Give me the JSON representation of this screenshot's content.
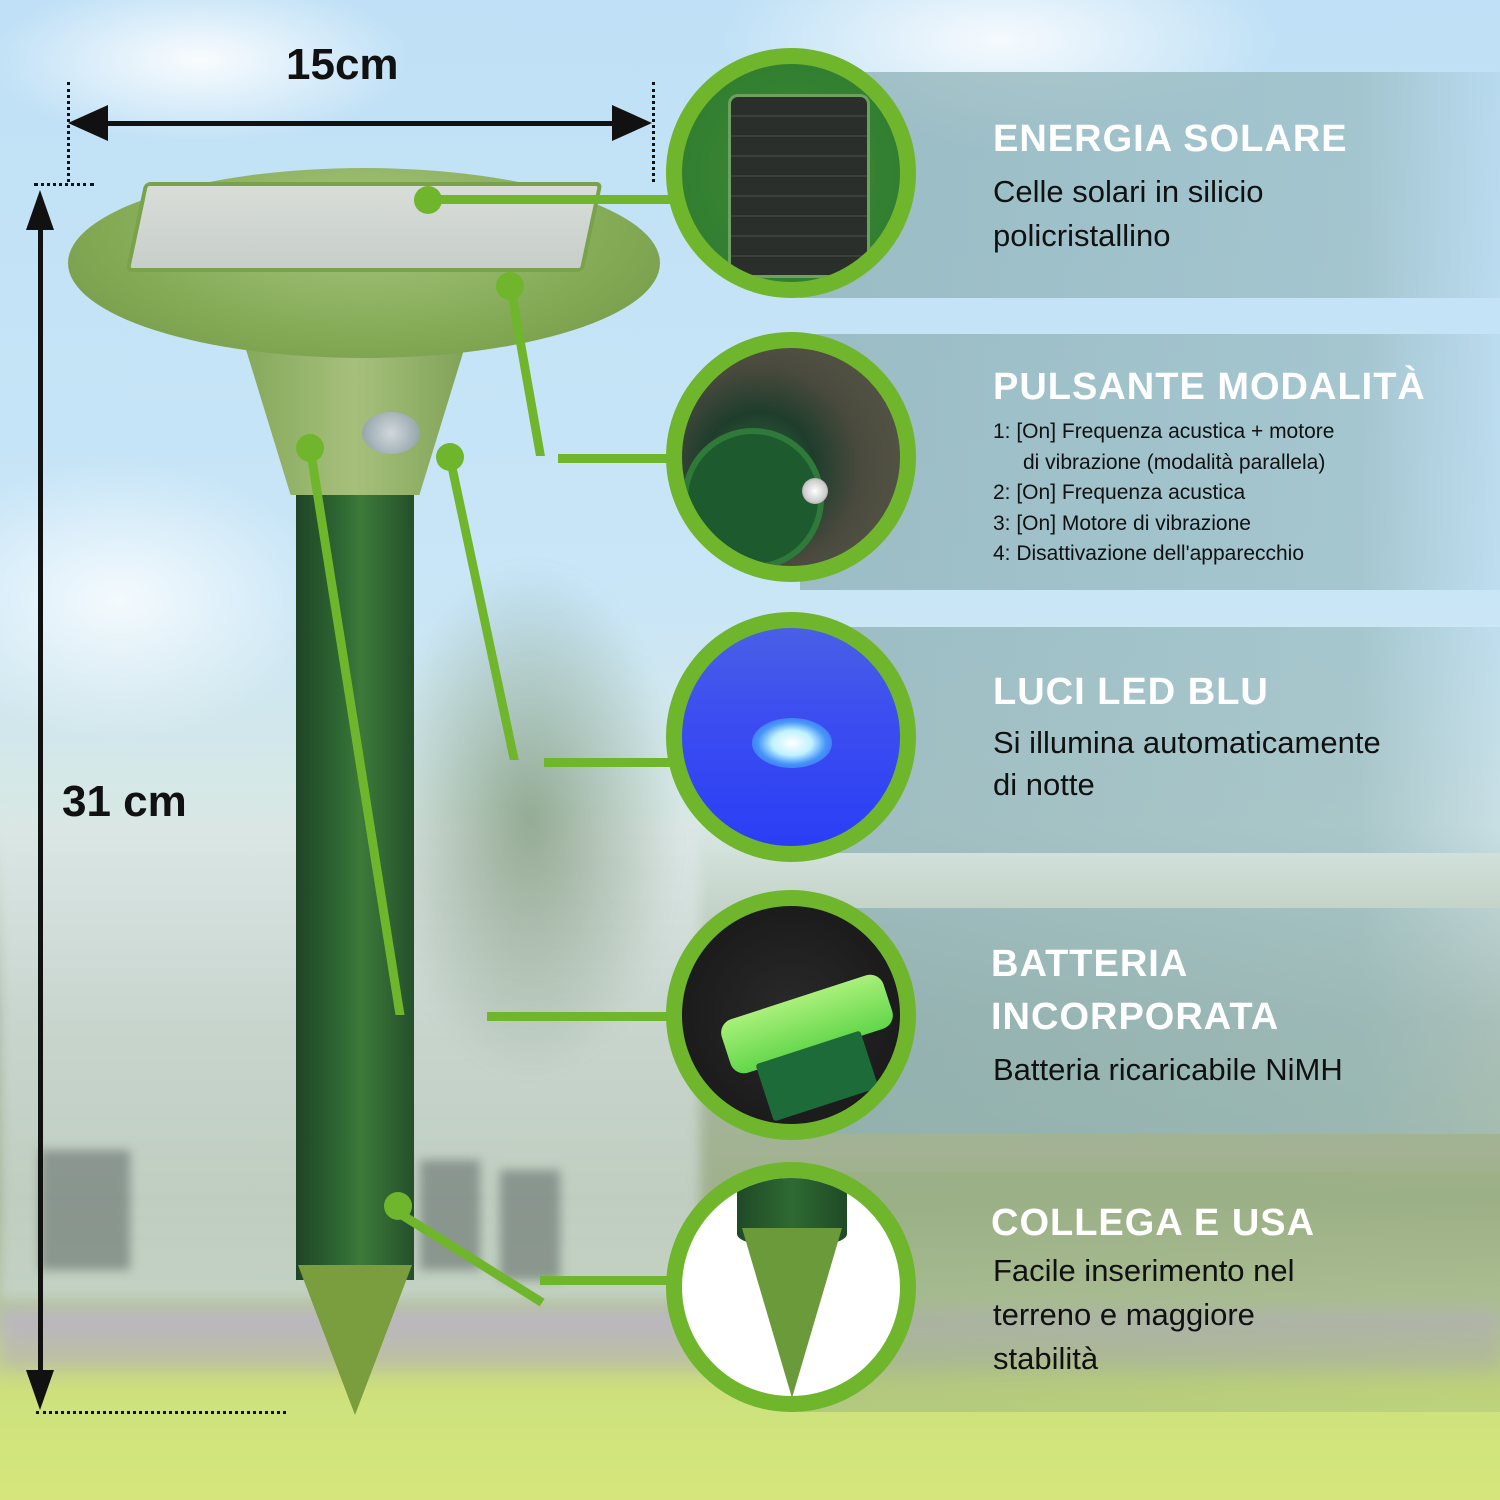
{
  "dimensions": {
    "width_label": "15cm",
    "height_label": "31 cm"
  },
  "features": [
    {
      "id": "solar",
      "title": "ENERGIA SOLARE",
      "description_lines": [
        "Celle solari in silicio",
        "policristallino"
      ],
      "icon": "solar-panel-icon"
    },
    {
      "id": "mode-button",
      "title": "PULSANTE MODALITÀ",
      "modes": [
        "1: [On] Frequenza acustica + motore",
        "di vibrazione (modalità parallela)",
        "2: [On] Frequenza acustica",
        "3: [On] Motore di vibrazione",
        "4: Disattivazione dell'apparecchio"
      ],
      "icon": "mode-button-icon"
    },
    {
      "id": "led",
      "title": "LUCI LED BLU",
      "description_lines": [
        "Si illumina automaticamente",
        "di notte"
      ],
      "icon": "blue-led-icon"
    },
    {
      "id": "battery",
      "title_lines": [
        "BATTERIA",
        "INCORPORATA"
      ],
      "description_lines": [
        "Batteria ricaricabile NiMH"
      ],
      "icon": "battery-icon"
    },
    {
      "id": "stake",
      "title": "COLLEGA E USA",
      "description_lines": [
        "Facile inserimento nel",
        "terreno e maggiore",
        "stabilità"
      ],
      "icon": "ground-stake-icon"
    }
  ],
  "colors": {
    "accent_green": "#6fb62c",
    "band": "#8cafb4",
    "title_text": "#ffffff",
    "body_text": "#111111"
  }
}
